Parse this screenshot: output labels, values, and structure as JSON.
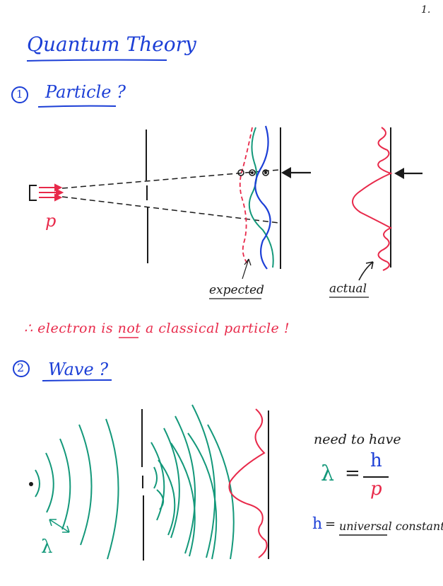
{
  "page": {
    "number": "1."
  },
  "title": "Quantum Theory",
  "section1": {
    "marker": "1",
    "heading": "Particle ?",
    "source_label": "p",
    "expected_label": "expected",
    "actual_label": "actual",
    "conclusion": "∴ electron is not a classical particle !"
  },
  "section2": {
    "marker": "2",
    "heading": "Wave ?",
    "wavelength_label": "λ",
    "need_text": "need to have",
    "lambda_symbol": "λ",
    "equals": "=",
    "numerator": "h",
    "denominator": "p",
    "h_symbol": "h",
    "h_equals": "=",
    "h_definition": "universal constant"
  },
  "colors": {
    "blue": "#1c3fd6",
    "red": "#e8294a",
    "green": "#13987a",
    "black": "#1a1a1a"
  }
}
